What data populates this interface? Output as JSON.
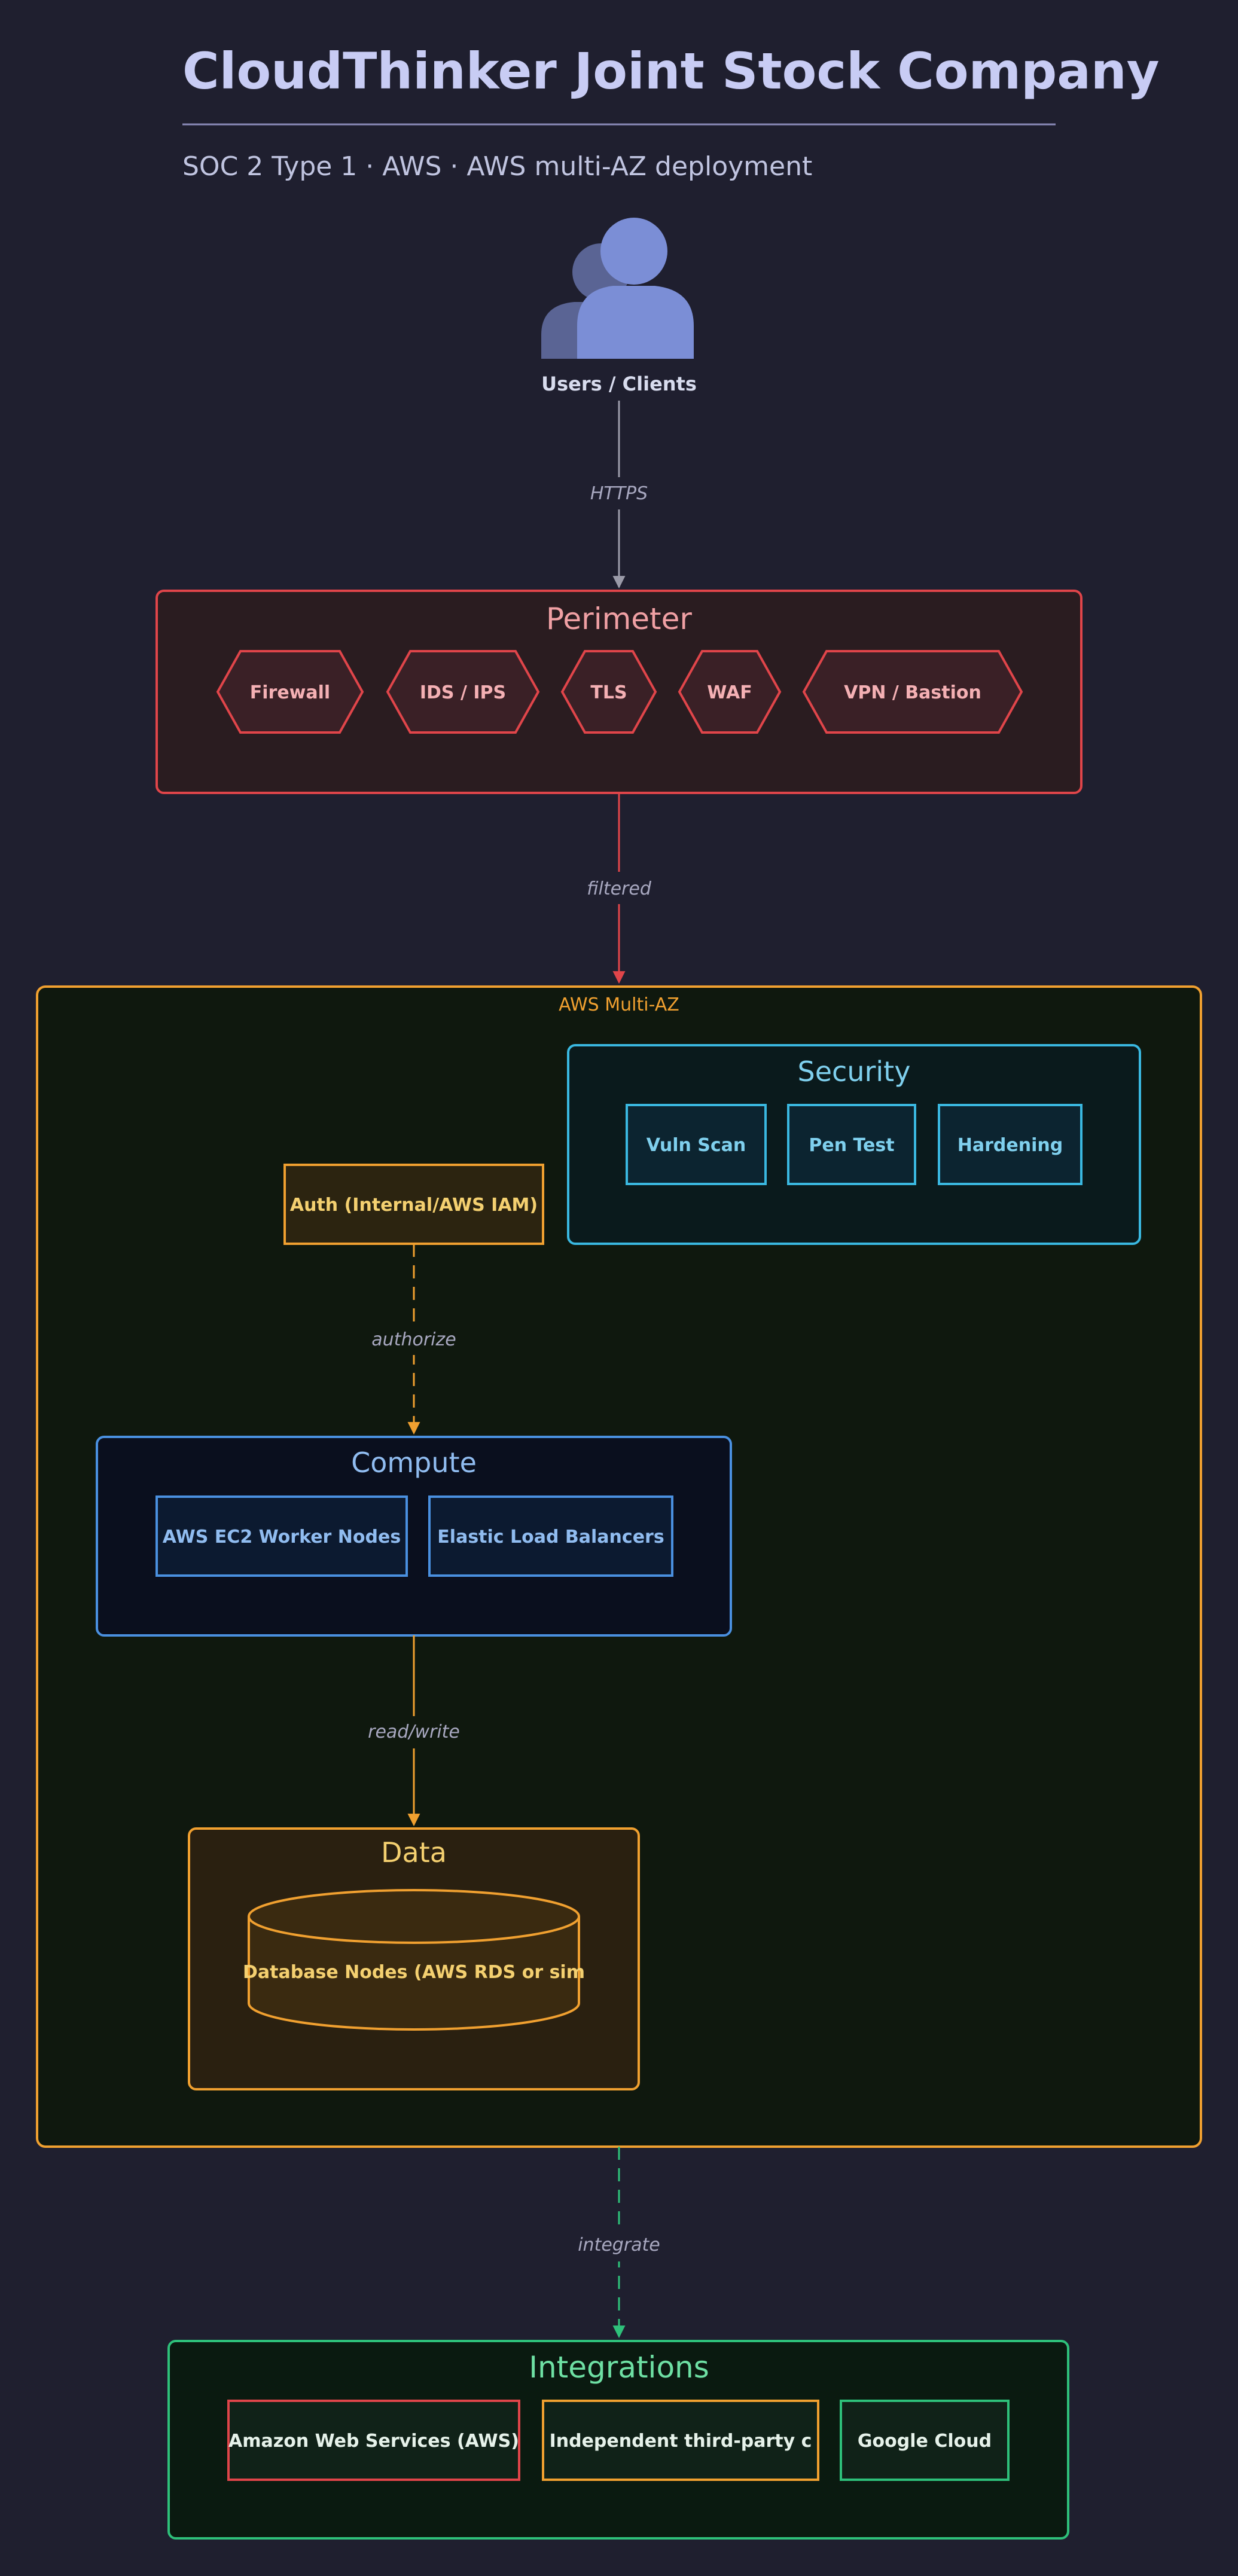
{
  "header": {
    "title": "CloudThinker Joint Stock Company",
    "subtitle": "SOC 2 Type 1 · AWS · AWS multi-AZ deployment"
  },
  "users": {
    "label": "Users / Clients",
    "icon": "users-icon"
  },
  "edges": {
    "https": "HTTPS",
    "filtered": "filtered",
    "authorize": "authorize",
    "read_write": "read/write",
    "integrate": "integrate"
  },
  "perimeter": {
    "title": "Perimeter",
    "items": [
      "Firewall",
      "IDS / IPS",
      "TLS",
      "WAF",
      "VPN / Bastion"
    ]
  },
  "aws": {
    "label": "AWS Multi-AZ"
  },
  "security": {
    "title": "Security",
    "items": [
      "Vuln Scan",
      "Pen Test",
      "Hardening"
    ]
  },
  "auth": {
    "label": "Auth (Internal/AWS IAM)"
  },
  "compute": {
    "title": "Compute",
    "items": [
      "AWS EC2 Worker Nodes",
      "Elastic Load Balancers"
    ]
  },
  "data": {
    "title": "Data",
    "db_label": "Database Nodes (AWS RDS or sim"
  },
  "integrations": {
    "title": "Integrations",
    "items": [
      "Amazon Web Services (AWS)",
      "Independent third-party c",
      "Google Cloud"
    ]
  },
  "colors": {
    "background": "#1f1f2f",
    "perimeter": "#e0454a",
    "aws": "#f0a030",
    "security": "#3ab8e0",
    "compute": "#4a90e0",
    "data": "#f0a030",
    "integrations": "#2ec07a",
    "users": "#7b8ed6"
  }
}
